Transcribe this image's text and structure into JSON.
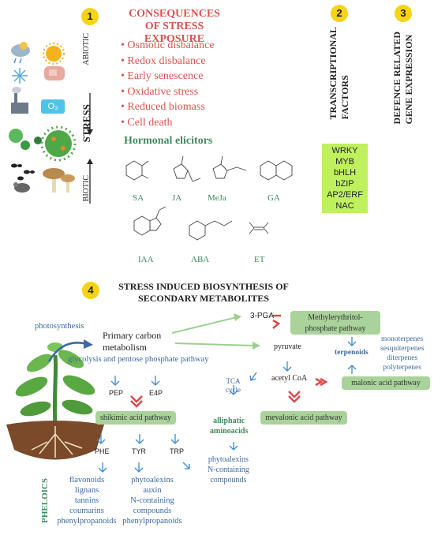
{
  "badges": [
    "1",
    "2",
    "3",
    "4"
  ],
  "consequences": {
    "title_line1": "CONSEQUENCES",
    "title_line2": "OF STRESS EXPOSURE",
    "items": [
      "Osmotic disbalance",
      "Redox disbalance",
      "Early senescence",
      "Oxidative stress",
      "Reduced biomass",
      "Cell death"
    ]
  },
  "stress_axis": {
    "abiotic": "ABIOTIC",
    "stress": "STRESS",
    "biotic": "BIOTIC"
  },
  "icons": {
    "o3_label": "O₃"
  },
  "hormones": {
    "title": "Hormonal elicitors",
    "labels": [
      "SA",
      "JA",
      "MeJa",
      "GA",
      "IAA",
      "ABA",
      "ET"
    ]
  },
  "transcription": {
    "title_line1": "TRANSCRIPTIONAL",
    "title_line2": "FACTORS",
    "factors": [
      "WRKY",
      "MYB",
      "bHLH",
      "bZIP",
      "AP2/ERF",
      "NAC"
    ]
  },
  "defence": {
    "line1": "DEFENCE RELATED",
    "line2": "GENE EXPRESSION"
  },
  "biosynthesis": {
    "line1": "STRESS INDUCED BIOSYNTHESIS OF",
    "line2": "SECONDARY METABOLITES"
  },
  "pathway": {
    "photosynthesis": "photosynthesis",
    "primary_line1": "Primary carbon",
    "primary_line2": "metabolism",
    "glycolysis": "glycolysis and pentose phosphate pathway",
    "pga": "3-PGA",
    "pyruvate": "pyruvate",
    "acetyl": "acetyl CoA",
    "tca_line1": "TCA",
    "tca_line2": "cycle",
    "pep": "PEP",
    "e4p": "E4P",
    "shikimic": "shikimic acid pathway",
    "mep_line1": "Methylerythritol-",
    "mep_line2": "phosphate pathway",
    "terpenoids": "terpenoids",
    "terpene_classes": [
      "monoterpenes",
      "sesquiterpenes",
      "diterpenes",
      "polyterpenes"
    ],
    "malonic": "malonic acid pathway",
    "mevalonic": "mevalonic acid pathway",
    "alliphatic_line1": "alliphatic",
    "alliphatic_line2": "aminoacids",
    "alliphatic_products": [
      "phytoalexins",
      "N-containing",
      "compounds"
    ],
    "amino": [
      "PHE",
      "TYR",
      "TRP"
    ],
    "phenolics_vertical": "PHELOICS",
    "phe_products": [
      "flavonoids",
      "lignans",
      "tannins",
      "coumarins",
      "phenylpropanoids"
    ],
    "tyr_products": [
      "phytoalexins",
      "auxin",
      "N-containing compounds",
      "phenylpropanoids"
    ]
  }
}
